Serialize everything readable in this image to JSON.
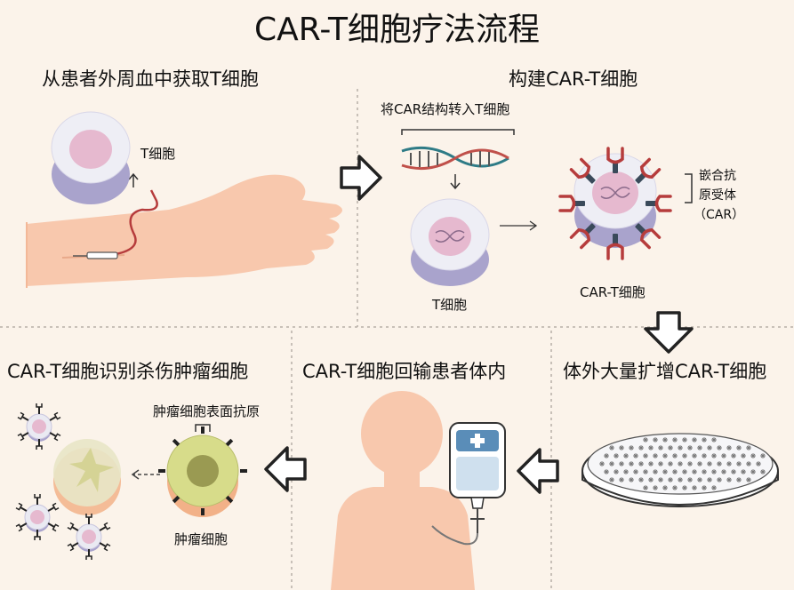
{
  "title": "CAR-T细胞疗法流程",
  "steps": {
    "step1": "从患者外周血中获取T细胞",
    "step2": "构建CAR-T细胞",
    "step3": "体外大量扩增CAR-T细胞",
    "step4": "CAR-T细胞回输患者体内",
    "step5": "CAR-T细胞识别杀伤肿瘤细胞"
  },
  "labels": {
    "t_cell_1": "T细胞",
    "transfer_car": "将CAR结构转入T细胞",
    "t_cell_2": "T细胞",
    "car_line1": "嵌合抗",
    "car_line2": "原受体",
    "car_line3": "（CAR）",
    "car_t_cell": "CAR-T细胞",
    "tumor_antigen": "肿瘤细胞表面抗原",
    "tumor_cell": "肿瘤细胞"
  },
  "colors": {
    "background": "#fbf3ea",
    "skin": "#f8c8ad",
    "cell_body": "#eaeaf2",
    "cell_base": "#a9a3cc",
    "nucleus": "#e6b9cf",
    "receptor": "#b63c3c",
    "tumor": "#d7dc8a",
    "dna_left": "#2e7b86",
    "dna_right": "#c0504a"
  }
}
